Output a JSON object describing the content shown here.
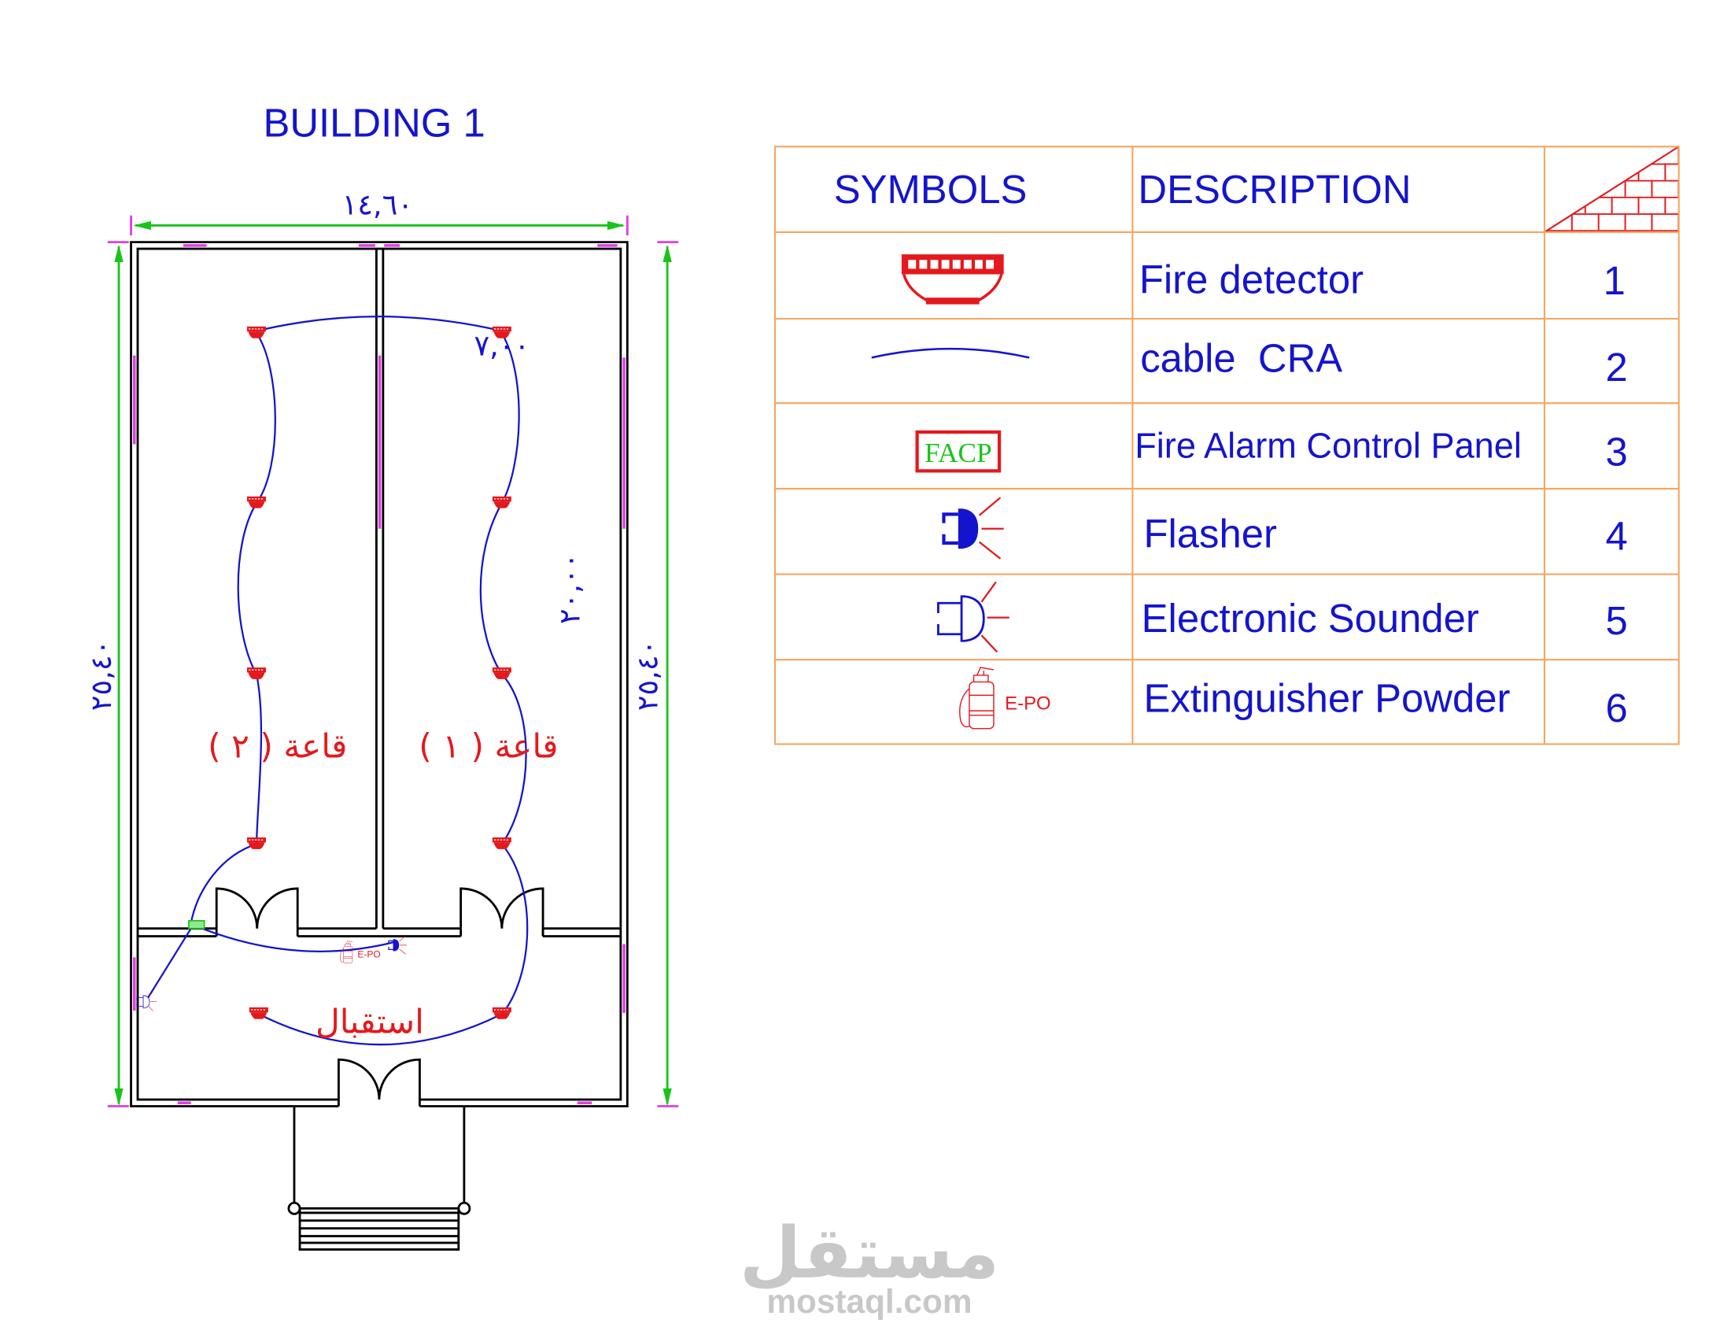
{
  "colors": {
    "text_blue": "#1414cf",
    "symbol_red": "#e4191d",
    "dimension_green": "#19c419",
    "window_magenta": "#e03ee0",
    "table_orange": "#f6a560",
    "watermark_gray": "#c8c8c8"
  },
  "title": "BUILDING 1",
  "plan": {
    "dimensions": {
      "overall_width": "١٤,٦٠",
      "overall_length_left": "٢٥,٤٠",
      "overall_length_right": "٢٥,٤٠",
      "hall_width": "٧,٠٠",
      "hall_length": "٢٠,٠٠"
    },
    "rooms": {
      "hall_2": "قاعة ( ٢ )",
      "hall_1": "قاعة ( ١ )",
      "reception": "استقبال"
    },
    "extinguisher_label": "E-PO",
    "device_icons": [
      "fire-detector-icon",
      "facp-panel-icon",
      "flasher-icon",
      "sounder-icon",
      "extinguisher-icon"
    ]
  },
  "legend": {
    "header_symbols": "SYMBOLS",
    "header_description": "DESCRIPTION",
    "rows": [
      {
        "number": "1",
        "description": "Fire detector",
        "icon": "fire-detector-icon"
      },
      {
        "number": "2",
        "description": "cable  CRA",
        "icon": "cable-line-icon"
      },
      {
        "number": "3",
        "description": "Fire Alarm Control Panel",
        "icon": "facp-panel-icon",
        "icon_text": "FACP"
      },
      {
        "number": "4",
        "description": "Flasher",
        "icon": "flasher-icon"
      },
      {
        "number": "5",
        "description": "Electronic Sounder",
        "icon": "sounder-icon"
      },
      {
        "number": "6",
        "description": "Extinguisher Powder",
        "icon": "extinguisher-icon",
        "icon_text": "E-PO"
      }
    ]
  },
  "watermark": {
    "arabic": "مستقل",
    "latin": "mostaql.com"
  }
}
